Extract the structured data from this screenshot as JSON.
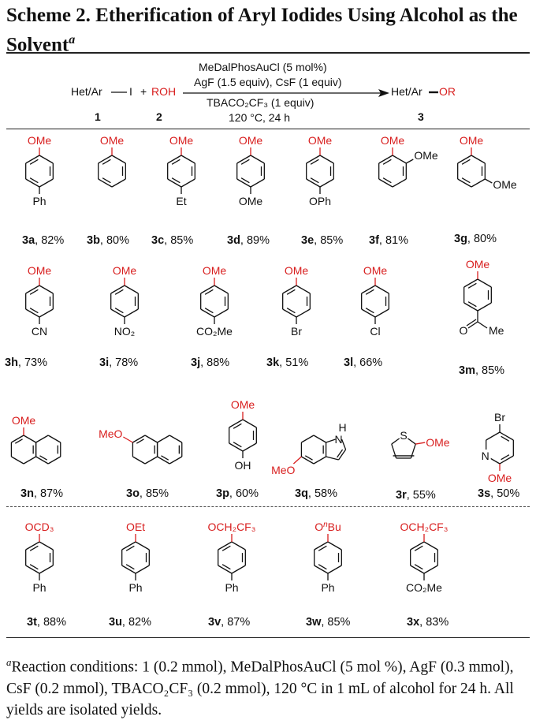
{
  "title": {
    "text": "Scheme 2. Etherification of Aryl Iodides Using Alcohol as the Solvent",
    "footnote_mark": "a"
  },
  "reaction": {
    "reactant1": "Het/Ar",
    "reactant1_leaving": "I",
    "plus": "+",
    "reactant2": "ROH",
    "product_prefix": "Het/Ar",
    "product_suffix": "OR",
    "label1": "1",
    "label2": "2",
    "label3": "3",
    "cond_line1": "MeDalPhosAuCl (5 mol%)",
    "cond_line2": "AgF (1.5 equiv), CsF (1 equiv)",
    "cond_line3": "TBACO₂CF₃ (1 equiv)",
    "cond_line4": "120 °C, 24 h"
  },
  "compounds": [
    {
      "id": "3a",
      "yield": "82%",
      "top_sub": "OMe",
      "bottom_sub": "Ph"
    },
    {
      "id": "3b",
      "yield": "80%",
      "top_sub": "OMe"
    },
    {
      "id": "3c",
      "yield": "85%",
      "top_sub": "OMe",
      "bottom_sub": "Et"
    },
    {
      "id": "3d",
      "yield": "89%",
      "top_sub": "OMe",
      "bottom_sub": "OMe"
    },
    {
      "id": "3e",
      "yield": "85%",
      "top_sub": "OMe",
      "bottom_sub": "OPh"
    },
    {
      "id": "3f",
      "yield": "81%",
      "top_sub": "OMe",
      "ortho_sub": "OMe"
    },
    {
      "id": "3g",
      "yield": "80%",
      "top_sub": "OMe",
      "meta_sub": "OMe"
    },
    {
      "id": "3h",
      "yield": "73%",
      "top_sub": "OMe",
      "bottom_sub": "CN"
    },
    {
      "id": "3i",
      "yield": "78%",
      "top_sub": "OMe",
      "bottom_sub": "NO₂"
    },
    {
      "id": "3j",
      "yield": "88%",
      "top_sub": "OMe",
      "bottom_sub": "CO₂Me"
    },
    {
      "id": "3k",
      "yield": "51%",
      "top_sub": "OMe",
      "bottom_sub": "Br"
    },
    {
      "id": "3l",
      "yield": "66%",
      "top_sub": "OMe",
      "bottom_sub": "Cl"
    },
    {
      "id": "3m",
      "yield": "85%",
      "top_sub": "OMe",
      "acyl_o": "O",
      "acyl_me": "Me"
    },
    {
      "id": "3n",
      "yield": "87%",
      "top_sub": "OMe"
    },
    {
      "id": "3o",
      "yield": "85%",
      "left_sub": "MeO"
    },
    {
      "id": "3p",
      "yield": "60%",
      "top_sub": "OMe",
      "bottom_sub": "OH"
    },
    {
      "id": "3q",
      "yield": "58%",
      "left_sub": "MeO",
      "nh_h": "H",
      "nh_n": "N"
    },
    {
      "id": "3r",
      "yield": "55%",
      "ring_atom": "S",
      "right_sub": "OMe"
    },
    {
      "id": "3s",
      "yield": "50%",
      "top_sub": "Br",
      "ring_atom": "N",
      "bottom_sub": "OMe"
    },
    {
      "id": "3t",
      "yield": "88%",
      "top_sub": "OCD₃",
      "bottom_sub": "Ph"
    },
    {
      "id": "3u",
      "yield": "82%",
      "top_sub": "OEt",
      "bottom_sub": "Ph"
    },
    {
      "id": "3v",
      "yield": "87%",
      "top_sub": "OCH₂CF₃",
      "bottom_sub": "Ph"
    },
    {
      "id": "3w",
      "yield": "85%",
      "top_sub": "O",
      "top_sup": "n",
      "top_sub_tail": "Bu",
      "bottom_sub": "Ph"
    },
    {
      "id": "3x",
      "yield": "83%",
      "top_sub": "OCH₂CF₃",
      "bottom_sub": "CO₂Me"
    }
  ],
  "footnote": {
    "mark": "a",
    "text": "Reaction conditions: 1 (0.2 mmol), MeDalPhosAuCl (5 mol %), AgF (0.3 mmol), CsF (0.2 mmol), TBACO₂CF₃ (0.2 mmol), 120 °C in 1 mL of alcohol for 24 h. All yields are isolated yields."
  },
  "colors": {
    "accent_red": "#d81e1e",
    "ink": "#111111"
  }
}
